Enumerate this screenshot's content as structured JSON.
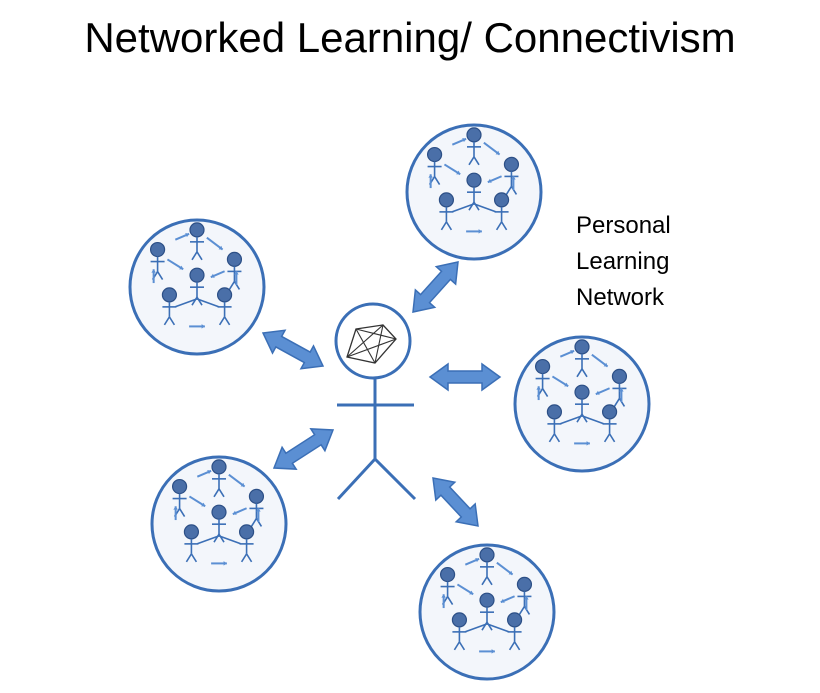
{
  "title": "Networked Learning/ Connectivism",
  "label": {
    "line1": "Personal",
    "line2": "Learning",
    "line3": "Network"
  },
  "colors": {
    "stroke": "#3b6fb6",
    "arrow_fill": "#5b8fd3",
    "circle_fill": "#f3f6fb",
    "head_fill": "#4a6fa8"
  }
}
